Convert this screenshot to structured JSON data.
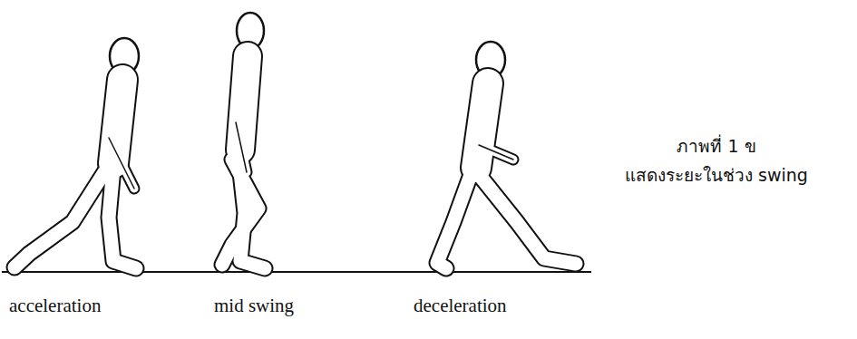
{
  "diagram": {
    "labels": [
      "acceleration",
      "mid swing",
      "deceleration",
      "ภาพที่ 1 ข",
      "แสดงระยะในช่วง swing"
    ]
  }
}
